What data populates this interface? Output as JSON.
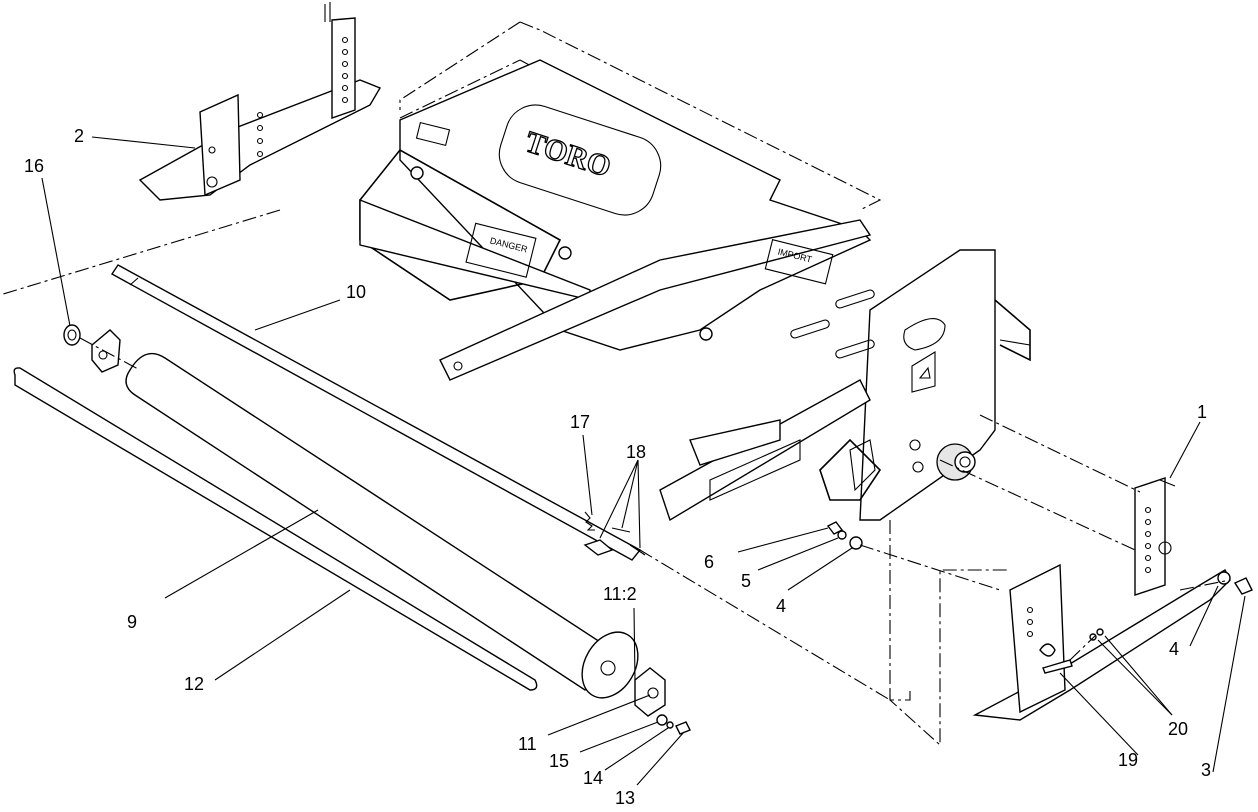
{
  "diagram": {
    "frame_decals": {
      "brand_logo": "TORO",
      "danger_decal": "DANGER",
      "important_decal": "IMPORT"
    },
    "callouts": [
      {
        "id": "c1",
        "label": "1"
      },
      {
        "id": "c2",
        "label": "2"
      },
      {
        "id": "c3",
        "label": "3"
      },
      {
        "id": "c4a",
        "label": "4"
      },
      {
        "id": "c4b",
        "label": "4"
      },
      {
        "id": "c5",
        "label": "5"
      },
      {
        "id": "c6",
        "label": "6"
      },
      {
        "id": "c9",
        "label": "9"
      },
      {
        "id": "c10",
        "label": "10"
      },
      {
        "id": "c11",
        "label": "11"
      },
      {
        "id": "c11q",
        "label": "11:2"
      },
      {
        "id": "c12",
        "label": "12"
      },
      {
        "id": "c13",
        "label": "13"
      },
      {
        "id": "c14",
        "label": "14"
      },
      {
        "id": "c15",
        "label": "15"
      },
      {
        "id": "c16",
        "label": "16"
      },
      {
        "id": "c17",
        "label": "17"
      },
      {
        "id": "c18",
        "label": "18"
      },
      {
        "id": "c19",
        "label": "19"
      },
      {
        "id": "c20",
        "label": "20"
      }
    ]
  }
}
